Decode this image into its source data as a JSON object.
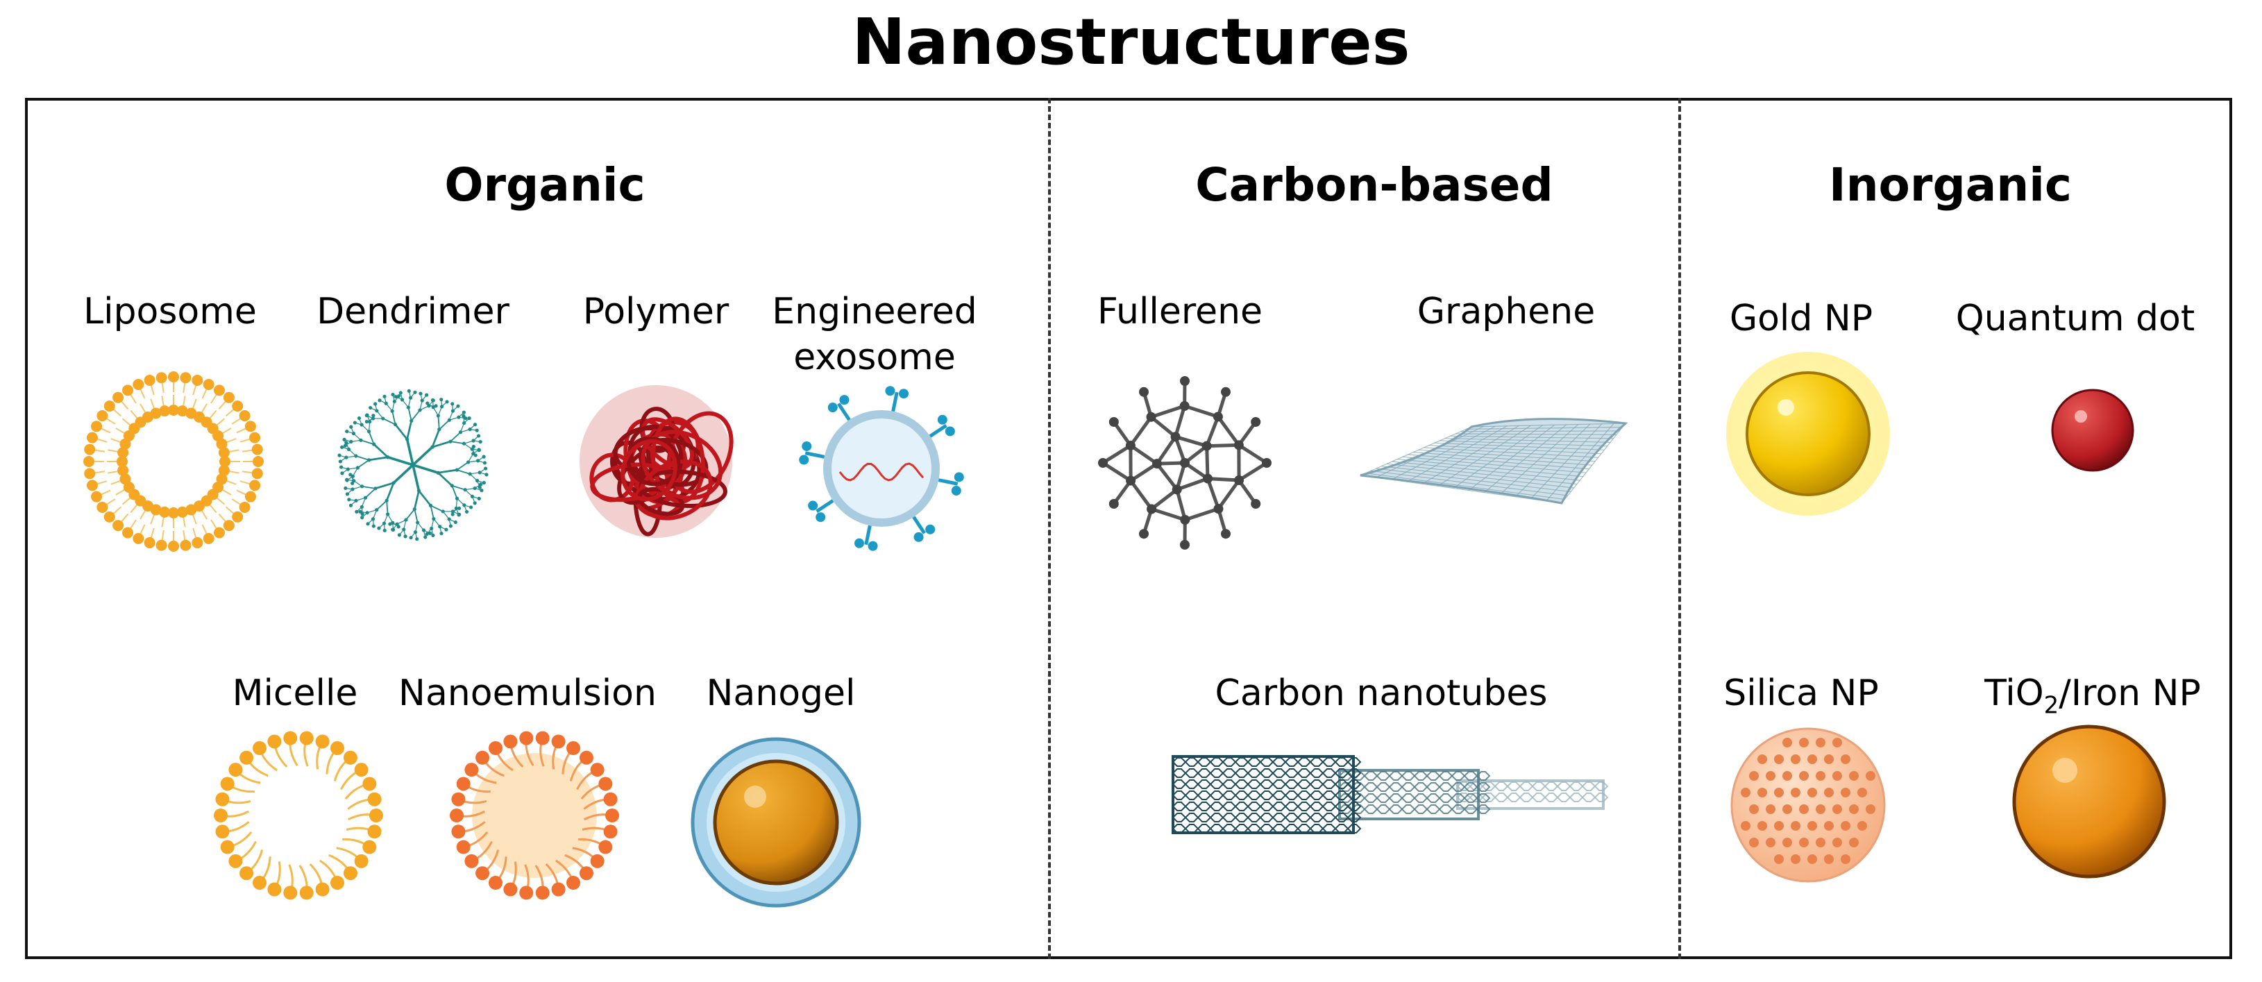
{
  "title": "Nanostructures",
  "sections": {
    "organic": {
      "title": "Organic",
      "items": {
        "liposome": "Liposome",
        "dendrimer": "Dendrimer",
        "polymer": "Polymer",
        "exosome_line1": "Engineered",
        "exosome_line2": "exosome",
        "micelle": "Micelle",
        "nanoemulsion": "Nanoemulsion",
        "nanogel": "Nanogel"
      }
    },
    "carbon": {
      "title": "Carbon-based",
      "items": {
        "fullerene": "Fullerene",
        "graphene": "Graphene",
        "nanotubes": "Carbon nanotubes"
      }
    },
    "inorganic": {
      "title": "Inorganic",
      "items": {
        "gold": "Gold NP",
        "quantum_dot": "Quantum dot",
        "silica": "Silica NP",
        "tio2_prefix": "TiO",
        "tio2_sub": "2",
        "tio2_suffix": "/Iron NP"
      }
    }
  },
  "colors": {
    "liposome": "#f5a623",
    "dendrimer": "#1f8a8a",
    "polymer": "#c0161c",
    "exosome": "#1b9ac7",
    "micelle": "#f5a623",
    "nanoemulsion": "#f07030",
    "nanogel": "#d98a10",
    "carbon": "#555555",
    "graphene": "#7fa3b3",
    "nanotube": "#1e4a5a",
    "gold": "#f2c200",
    "quantum_dot": "#b81c22",
    "silica": "#e8824a",
    "iron": "#e88a10"
  }
}
